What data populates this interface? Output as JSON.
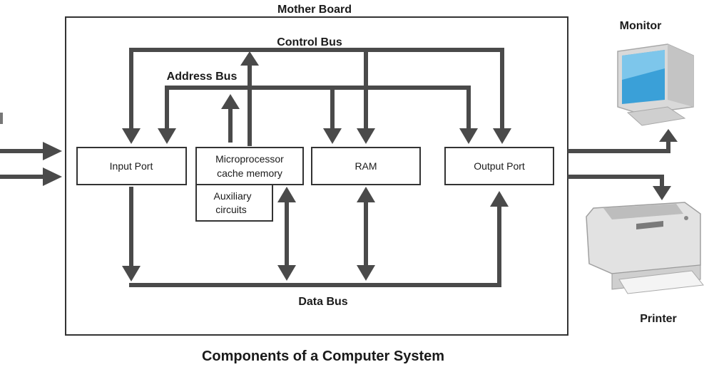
{
  "title": "Components of a Computer System",
  "board_label": "Mother Board",
  "buses": {
    "control": "Control Bus",
    "address": "Address Bus",
    "data": "Data Bus"
  },
  "components": {
    "input_port": "Input Port",
    "microprocessor_line1": "Microprocessor",
    "microprocessor_line2": "cache memory",
    "auxiliary_line1": "Auxiliary",
    "auxiliary_line2": "circuits",
    "ram": "RAM",
    "output_port": "Output Port"
  },
  "peripherals": {
    "monitor": "Monitor",
    "printer": "Printer"
  },
  "colors": {
    "bus": "#4a4a4a",
    "box_border": "#333333",
    "monitor_screen": "#3aa0d8",
    "device_body": "#d9d9d9"
  }
}
